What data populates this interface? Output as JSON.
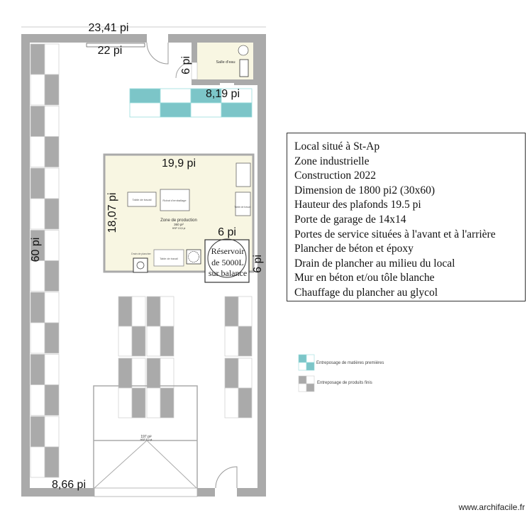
{
  "plan": {
    "dimensions": {
      "total_width": "23,41 pi",
      "inner_top": "22 pi",
      "salle_eau_height": "6 pi",
      "salle_eau_width": "8,19 pi",
      "production_width": "19,9 pi",
      "production_height": "18,07 pi",
      "total_height": "60 pi",
      "tank_width": "6 pi",
      "tank_height": "6 pi",
      "garage_width": "8,66 pi"
    },
    "rooms": {
      "salle_eau": "Salle d'eau",
      "production": "Zone de production",
      "production_area": "360 pi²",
      "production_hsp": "HSP 19,5 pi",
      "garage_area": "197 pi²",
      "garage_hsp": "HSP 8,2 pi"
    },
    "furniture": {
      "table1": "Table de travail",
      "robot": "Robot d'emballage",
      "table_right": "Table de travail",
      "drain": "Drain de plancher",
      "table2": "Table de travail",
      "tank": [
        "Réservoir",
        "de 5000L",
        "sur balance"
      ]
    },
    "colors": {
      "wall": "#aaaaaa",
      "room_fill": "#f8f6e2",
      "raw_storage": "#7cc5c8",
      "finished_storage": "#aaaaaa"
    }
  },
  "info_lines": [
    "Local situé à St-Ap",
    "Zone industrielle",
    "Construction 2022",
    "Dimension de 1800 pi2 (30x60)",
    "Hauteur des plafonds 19.5 pi",
    "Porte de garage de 14x14",
    "Portes de service situées à l'avant et à l'arrière",
    "Plancher de béton et époxy",
    "Drain de plancher au milieu du local",
    "Mur en béton et/ou tôle blanche",
    "Chauffage du plancher au glycol"
  ],
  "legend": {
    "raw": "Entreposage de matières premières",
    "finished": "Entreposage de produits finis"
  },
  "watermark": "www.archifacile.fr"
}
